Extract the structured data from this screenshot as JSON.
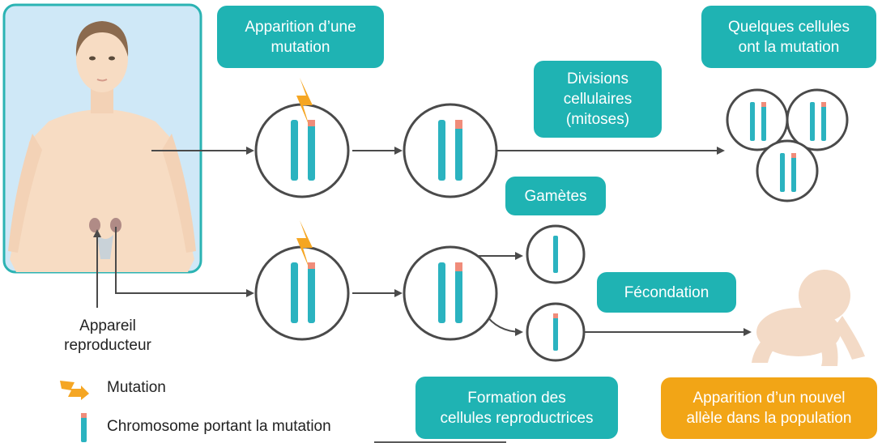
{
  "labels": {
    "mutation_appearance": "Apparition d’une\nmutation",
    "divisions": "Divisions\ncellulaires\n(mitoses)",
    "some_cells": "Quelques cellules\nont la mutation",
    "gametes": "Gamètes",
    "fecondation": "Fécondation",
    "formation": "Formation des\ncellules reproductrices",
    "new_allele": "Apparition d’un nouvel\nallèle dans la population",
    "reproductive_system": "Appareil\nreproducteur"
  },
  "legend": {
    "mutation": "Mutation",
    "chromosome": "Chromosome portant la mutation"
  },
  "colors": {
    "teal_box": "#1fb3b3",
    "orange_box": "#f2a516",
    "chromosome": "#2bb3c0",
    "mutation_band": "#f08c7a",
    "bolt": "#f5a623",
    "skin": "#f7dcc3",
    "panel_bg": "#cfe8f7",
    "panel_border": "#2bb3b3"
  }
}
